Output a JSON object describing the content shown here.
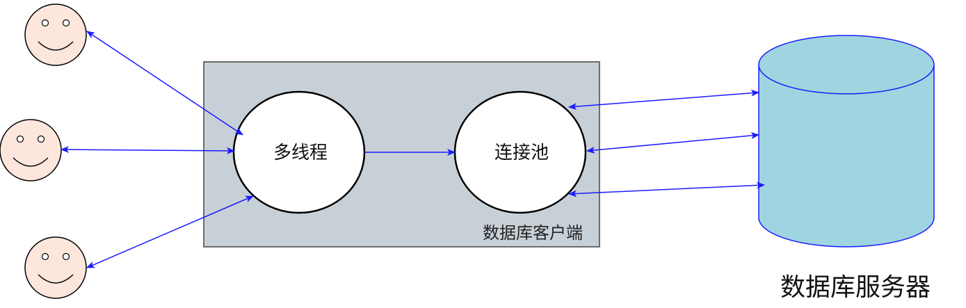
{
  "labels": {
    "multithread": "多线程",
    "pool": "连接池",
    "client": "数据库客户端",
    "server": "数据库服务器"
  },
  "icons": {
    "user": "smiley-user-icon",
    "database": "database-cylinder-icon"
  },
  "colors": {
    "client_box_fill": "#c8d0d7",
    "client_box_stroke": "#444444",
    "cylinder_fill": "#9fd5e0",
    "cylinder_stroke": "#1a1aff",
    "arrow": "#1a1aff",
    "face_fill": "#fde6dc",
    "node_fill": "#ffffff",
    "node_stroke": "#000000"
  }
}
